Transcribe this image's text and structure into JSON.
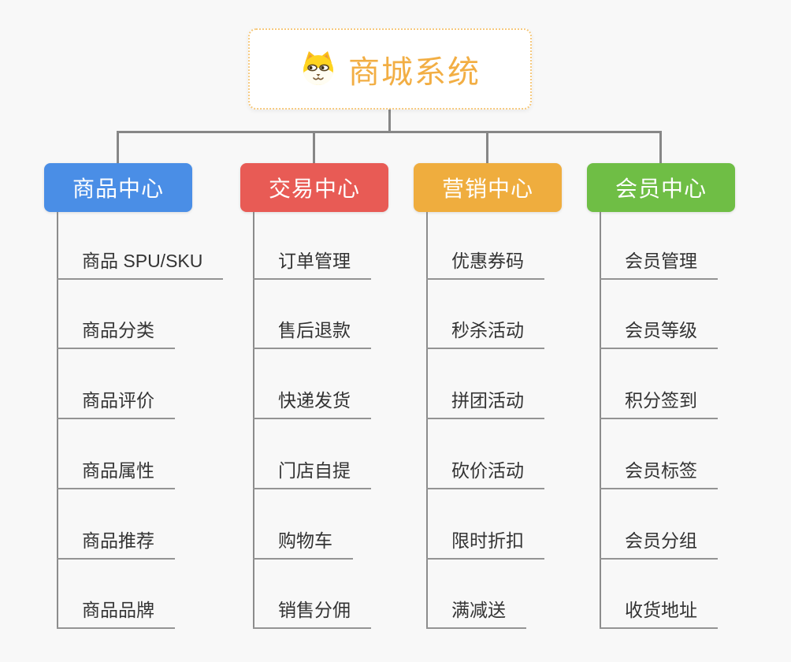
{
  "page": {
    "background": "#f8f8f8",
    "connector_color": "#878787",
    "underline_color": "#949494"
  },
  "root": {
    "title": "商城系统",
    "title_color": "#f2ae44",
    "border_color": "#f6c97e",
    "icon": "dog-face-icon"
  },
  "branches": [
    {
      "label": "商品中心",
      "color": "#4a8ee6",
      "children": [
        "商品 SPU/SKU",
        "商品分类",
        "商品评价",
        "商品属性",
        "商品推荐",
        "商品品牌"
      ]
    },
    {
      "label": "交易中心",
      "color": "#e85b55",
      "children": [
        "订单管理",
        "售后退款",
        "快递发货",
        "门店自提",
        "购物车",
        "销售分佣"
      ]
    },
    {
      "label": "营销中心",
      "color": "#efad3e",
      "children": [
        "优惠券码",
        "秒杀活动",
        "拼团活动",
        "砍价活动",
        "限时折扣",
        "满减送"
      ]
    },
    {
      "label": "会员中心",
      "color": "#6fbe45",
      "children": [
        "会员管理",
        "会员等级",
        "积分签到",
        "会员标签",
        "会员分组",
        "收货地址"
      ]
    }
  ]
}
